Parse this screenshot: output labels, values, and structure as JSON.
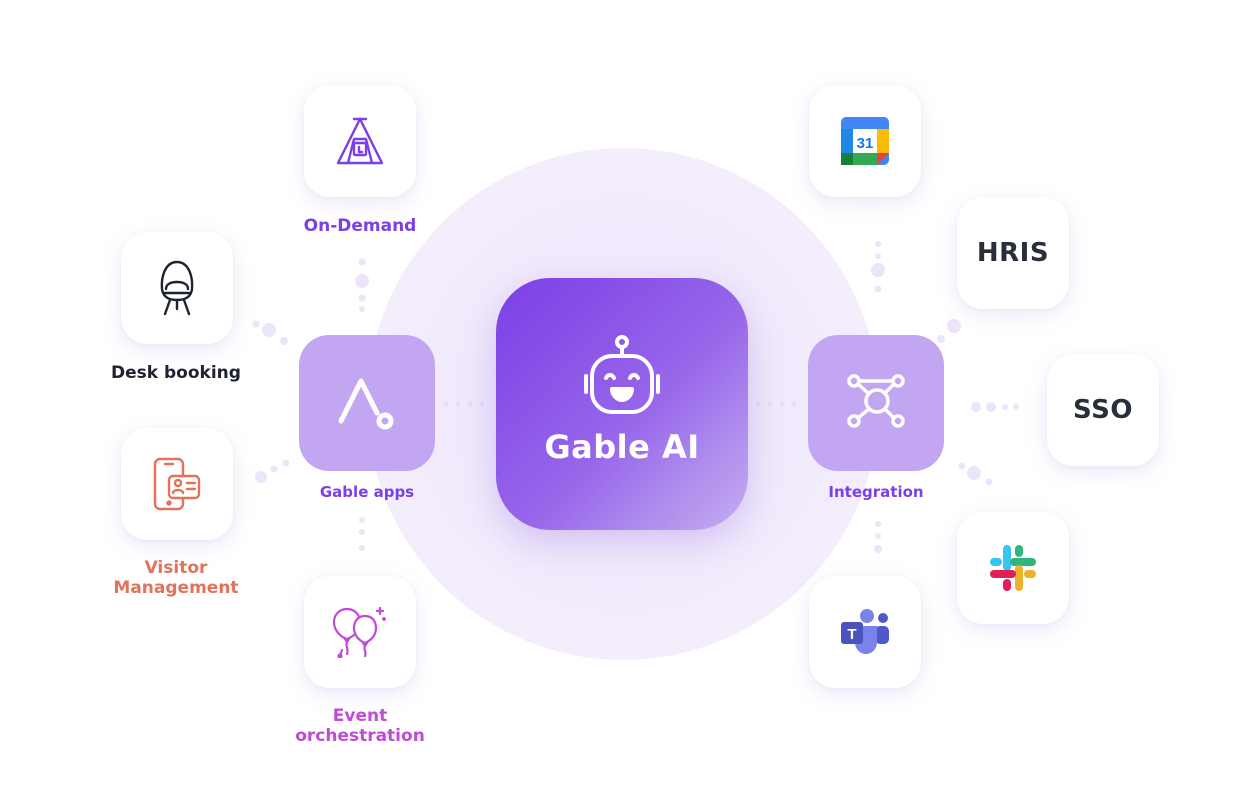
{
  "center": {
    "title": "Gable AI",
    "icon": "robot-icon"
  },
  "hubs": {
    "left": {
      "label": "Gable apps",
      "icon": "gable-logo-icon"
    },
    "right": {
      "label": "Integration",
      "icon": "network-nodes-icon"
    }
  },
  "apps": {
    "on_demand": {
      "label": "On-Demand",
      "icon": "tent-icon"
    },
    "desk_booking": {
      "label": "Desk booking",
      "icon": "egg-chair-icon"
    },
    "visitor_management": {
      "label_line1": "Visitor",
      "label_line2": "Management",
      "icon": "visitor-badge-icon"
    },
    "event_orchestration": {
      "label_line1": "Event",
      "label_line2": "orchestration",
      "icon": "balloons-icon"
    }
  },
  "integrations": {
    "calendar": {
      "icon": "google-calendar-icon",
      "day": "31"
    },
    "hris": {
      "text": "HRIS"
    },
    "sso": {
      "text": "SSO"
    },
    "slack": {
      "icon": "slack-icon"
    },
    "teams": {
      "icon": "microsoft-teams-icon",
      "letter": "T"
    }
  },
  "colors": {
    "accent_purple": "#7b3fe6",
    "hub_purple": "#c3a6f1",
    "on_demand": "#7b3fe6",
    "desk_booking": "#1f2233",
    "visitor_management": "#e0735a",
    "event_orchestration": "#c04bd8",
    "card_text": "#2a2d3a"
  }
}
